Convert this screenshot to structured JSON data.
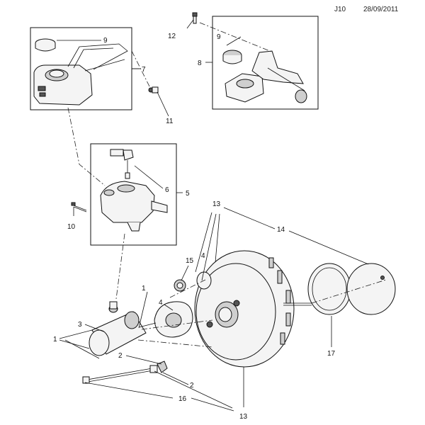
{
  "header": {
    "code": "J10",
    "date": "28/09/2011"
  },
  "callouts": {
    "c1a": "1",
    "c1b": "1",
    "c2a": "2",
    "c2b": "2",
    "c3": "3",
    "c4a": "4",
    "c4b": "4",
    "c5": "5",
    "c6": "6",
    "c7": "7",
    "c8": "8",
    "c9a": "9",
    "c9b": "9",
    "c10": "10",
    "c11": "11",
    "c12": "12",
    "c13a": "13",
    "c13b": "13",
    "c14": "14",
    "c15": "15",
    "c16": "16",
    "c17": "17"
  }
}
